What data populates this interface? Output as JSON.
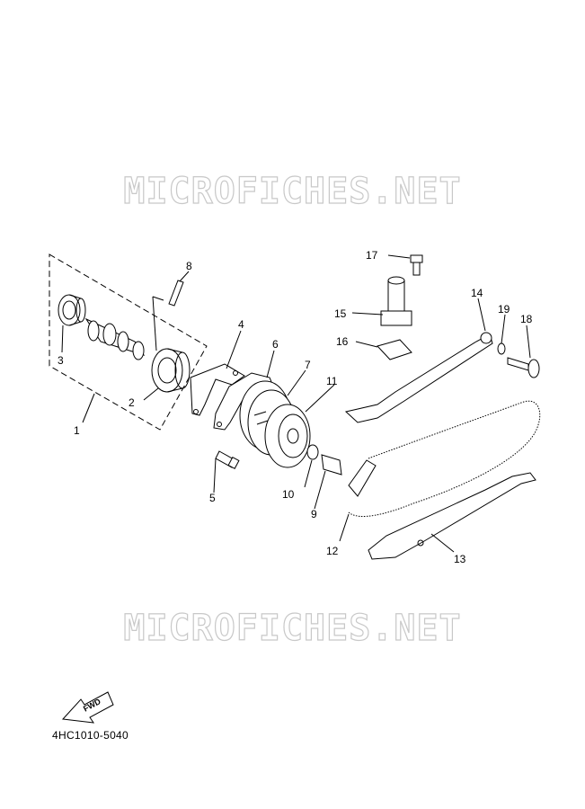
{
  "watermark": {
    "text": "MICROFICHES.NET"
  },
  "callouts": [
    "1",
    "2",
    "3",
    "4",
    "5",
    "6",
    "7",
    "8",
    "9",
    "10",
    "11",
    "12",
    "13",
    "14",
    "15",
    "16",
    "17",
    "18",
    "19"
  ],
  "fwd_label": "FWD",
  "document_number": "4HC1010-5040"
}
